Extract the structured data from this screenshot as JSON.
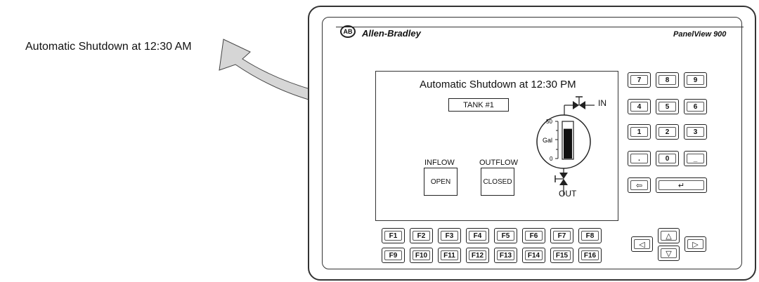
{
  "callout": {
    "text": "Automatic Shutdown at 12:30 AM"
  },
  "terminal": {
    "logo": "AB",
    "brand": "Allen-Bradley",
    "model": "PanelView 900"
  },
  "screen": {
    "title": "Automatic Shutdown at 12:30 PM",
    "tank_label": "TANK #1",
    "inflow_label": "INFLOW",
    "outflow_label": "OUTFLOW",
    "inflow_state": "OPEN",
    "outflow_state": "CLOSED",
    "in_label": "IN",
    "out_label": "OUT",
    "gauge": {
      "max_label": "50",
      "unit": "Gal",
      "min_label": "0",
      "max": 50,
      "min": 0,
      "level": 40
    }
  },
  "keypad": [
    "7",
    "8",
    "9",
    "4",
    "5",
    "6",
    "1",
    "2",
    "3",
    ".",
    "0",
    "_"
  ],
  "nav_keys": {
    "backspace": "⇦",
    "enter": "↵",
    "up": "△",
    "down": "▽",
    "left": "◁",
    "right": "▷"
  },
  "function_keys": [
    "F1",
    "F2",
    "F3",
    "F4",
    "F5",
    "F6",
    "F7",
    "F8",
    "F9",
    "F10",
    "F11",
    "F12",
    "F13",
    "F14",
    "F15",
    "F16"
  ]
}
